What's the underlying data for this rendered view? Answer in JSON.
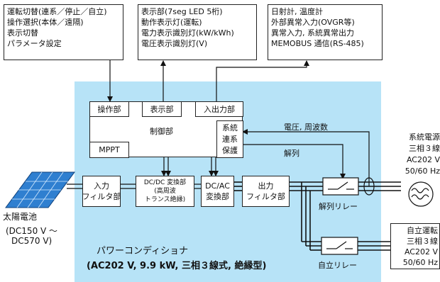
{
  "info_boxes": {
    "operation": [
      "運転切替(連系／停止／自立)",
      "操作選択(本体／遠隔)",
      "表示切替",
      "パラメータ設定"
    ],
    "display": [
      "表示部(7seg LED 5桁)",
      "動作表示灯(運転)",
      "電力表示識別灯(kW/kWh)",
      "電圧表示識別灯(V)"
    ],
    "io": [
      "日射計, 温度計",
      "外部異常入力(OVGR等)",
      "異常入力, 系統異常出力",
      "MEMOBUS 通信(RS-485)"
    ]
  },
  "control": {
    "operation_unit": "操作部",
    "display_unit": "表示部",
    "io_unit": "入出力部",
    "control_unit": "制御部",
    "mppt": "MPPT",
    "grid_protection": [
      "系統",
      "連系",
      "保護"
    ]
  },
  "blocks": {
    "input_filter": [
      "入力",
      "フィルタ部"
    ],
    "dcdc": [
      "DC/DC 変換部",
      "(高周波",
      "トランス絶縁)"
    ],
    "dcac": [
      "DC/AC",
      "変換部"
    ],
    "output_filter": [
      "出力",
      "フィルタ部"
    ]
  },
  "solar": {
    "label": "太陽電池",
    "range": [
      "(DC150 V ～",
      "DC570 V)"
    ]
  },
  "signals": {
    "voltage_harmonic": "電圧, 周波数",
    "disconnect": "解列"
  },
  "relays": {
    "disconnect_relay": "解列リレー",
    "standalone_relay": "自立リレー"
  },
  "grid_source": [
    "系統電源",
    "三相３線",
    "AC202 V",
    "50/60 Hz"
  ],
  "standalone_out": [
    "自立運転",
    "三相３線",
    "AC202 V",
    "50/60 Hz"
  ],
  "conditioner": {
    "name": "パワーコンディショナ",
    "spec": "(AC202 V, 9.9 kW, 三相３線式, 絶縁型)"
  },
  "colors": {
    "panel": "#b7e3f7",
    "solar_cell": "#2f7fd0",
    "line": "#111111"
  }
}
